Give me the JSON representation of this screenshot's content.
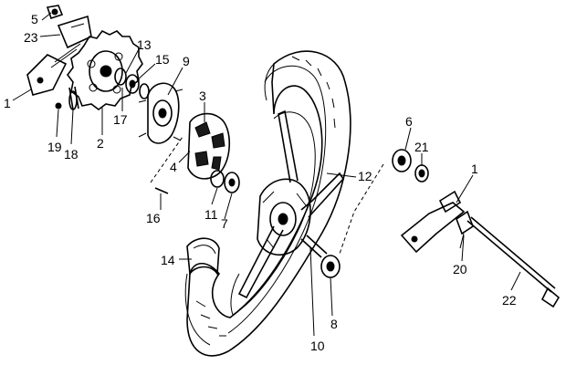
{
  "callouts": [
    {
      "id": "5",
      "text": "5"
    },
    {
      "id": "23",
      "text": "23"
    },
    {
      "id": "1a",
      "text": "1"
    },
    {
      "id": "13",
      "text": "13"
    },
    {
      "id": "15",
      "text": "15"
    },
    {
      "id": "9",
      "text": "9"
    },
    {
      "id": "3",
      "text": "3"
    },
    {
      "id": "17",
      "text": "17"
    },
    {
      "id": "2",
      "text": "2"
    },
    {
      "id": "19",
      "text": "19"
    },
    {
      "id": "18",
      "text": "18"
    },
    {
      "id": "4",
      "text": "4"
    },
    {
      "id": "16",
      "text": "16"
    },
    {
      "id": "11",
      "text": "11"
    },
    {
      "id": "7",
      "text": "7"
    },
    {
      "id": "12",
      "text": "12"
    },
    {
      "id": "6",
      "text": "6"
    },
    {
      "id": "21",
      "text": "21"
    },
    {
      "id": "1b",
      "text": "1"
    },
    {
      "id": "14",
      "text": "14"
    },
    {
      "id": "20",
      "text": "20"
    },
    {
      "id": "22",
      "text": "22"
    },
    {
      "id": "8",
      "text": "8"
    },
    {
      "id": "10",
      "text": "10"
    }
  ]
}
